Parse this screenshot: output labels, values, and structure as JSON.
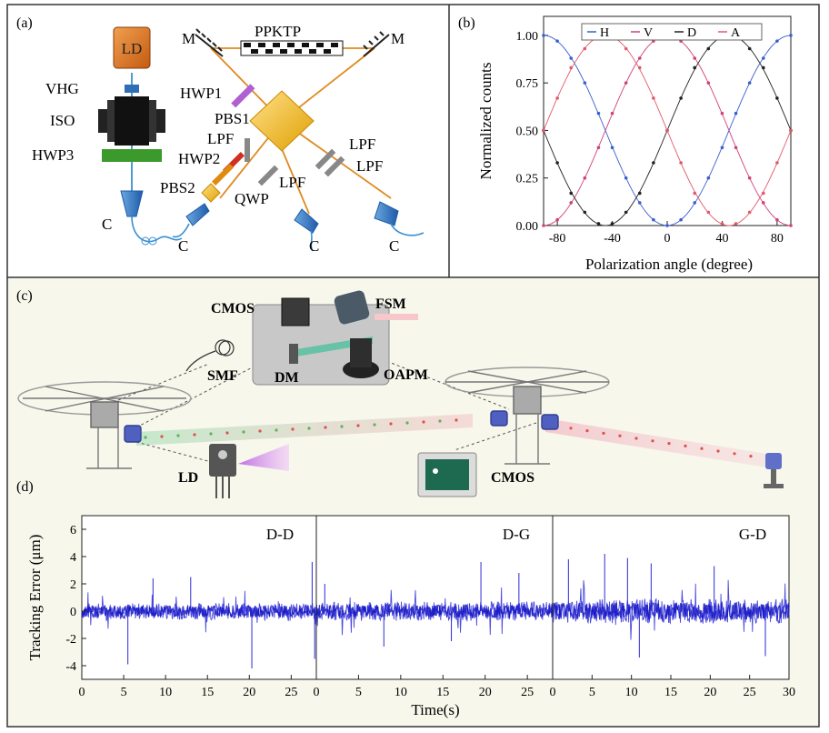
{
  "panel_a": {
    "letter": "(a)",
    "labels": {
      "ld": "LD",
      "vhg": "VHG",
      "iso": "ISO",
      "hwp3": "HWP3",
      "m_left": "M",
      "m_right": "M",
      "ppktp": "PPKTP",
      "hwp1": "HWP1",
      "pbs1": "PBS1",
      "lpf1": "LPF",
      "hwp2": "HWP2",
      "pbs2": "PBS2",
      "qwp": "QWP",
      "lpf2": "LPF",
      "lpf3": "LPF",
      "lpf4": "LPF",
      "c1": "C",
      "c2": "C",
      "c3": "C",
      "c4": "C"
    }
  },
  "panel_b": {
    "letter": "(b)",
    "legend": [
      "H",
      "V",
      "D",
      "A"
    ]
  },
  "panel_c": {
    "letter": "(c)",
    "labels": {
      "cmos_top": "CMOS",
      "fsm": "FSM",
      "smf": "SMF",
      "dm": "DM",
      "oapm": "OAPM",
      "ld": "LD",
      "cmos_bottom": "CMOS"
    }
  },
  "panel_d": {
    "letter": "(d)"
  },
  "chart_data": [
    {
      "type": "scatter",
      "panel": "(b)",
      "xlabel": "Polarization angle (degree)",
      "ylabel": "Normalized counts",
      "xlim": [
        -90,
        90
      ],
      "ylim": [
        0,
        1.1
      ],
      "xticks": [
        "-80",
        "-40",
        "0",
        "40",
        "80"
      ],
      "yticks": [
        "0.00",
        "0.25",
        "0.50",
        "0.75",
        "1.00"
      ],
      "legend_placement": "top",
      "series": [
        {
          "name": "H",
          "color": "#3a5fcd",
          "x": [
            -90,
            -80,
            -70,
            -60,
            -50,
            -40,
            -30,
            -20,
            -10,
            0,
            10,
            20,
            30,
            40,
            50,
            60,
            70,
            80,
            90
          ],
          "y": [
            1.0,
            0.97,
            0.88,
            0.75,
            0.59,
            0.41,
            0.25,
            0.12,
            0.03,
            0.0,
            0.03,
            0.12,
            0.25,
            0.41,
            0.59,
            0.75,
            0.88,
            0.97,
            1.0
          ]
        },
        {
          "name": "V",
          "color": "#d0407a",
          "x": [
            -90,
            -80,
            -70,
            -60,
            -50,
            -40,
            -30,
            -20,
            -10,
            0,
            10,
            20,
            30,
            40,
            50,
            60,
            70,
            80,
            90
          ],
          "y": [
            0.0,
            0.03,
            0.12,
            0.25,
            0.41,
            0.59,
            0.75,
            0.88,
            0.97,
            1.0,
            0.97,
            0.88,
            0.75,
            0.59,
            0.41,
            0.25,
            0.12,
            0.03,
            0.0
          ]
        },
        {
          "name": "D",
          "color": "#222222",
          "x": [
            -90,
            -80,
            -70,
            -60,
            -50,
            -40,
            -30,
            -20,
            -10,
            0,
            10,
            20,
            30,
            40,
            50,
            60,
            70,
            80,
            90
          ],
          "y": [
            0.5,
            0.33,
            0.17,
            0.07,
            0.01,
            0.01,
            0.07,
            0.17,
            0.33,
            0.5,
            0.67,
            0.83,
            0.93,
            0.99,
            0.99,
            0.93,
            0.83,
            0.67,
            0.5
          ]
        },
        {
          "name": "A",
          "color": "#e05a6a",
          "x": [
            -90,
            -80,
            -70,
            -60,
            -50,
            -40,
            -30,
            -20,
            -10,
            0,
            10,
            20,
            30,
            40,
            50,
            60,
            70,
            80,
            90
          ],
          "y": [
            0.5,
            0.67,
            0.83,
            0.93,
            0.99,
            0.99,
            0.93,
            0.83,
            0.67,
            0.5,
            0.33,
            0.17,
            0.07,
            0.01,
            0.01,
            0.07,
            0.17,
            0.33,
            0.5
          ]
        }
      ]
    },
    {
      "type": "line",
      "panel": "(d)",
      "xlabel": "Time(s)",
      "ylabel": "Tracking Error (μm)",
      "ylim": [
        -5,
        7
      ],
      "yticks": [
        "-4",
        "-2",
        "0",
        "2",
        "4",
        "6"
      ],
      "subplots": [
        {
          "name": "D-D",
          "xlim": [
            0,
            28
          ],
          "xticks": [
            "0",
            "5",
            "10",
            "15",
            "20",
            "25"
          ],
          "noise_amplitude": 0.6,
          "spikes": [
            {
              "t": 5.5,
              "v": -3.9
            },
            {
              "t": 20.3,
              "v": -4.2
            },
            {
              "t": 27.5,
              "v": 3.6
            },
            {
              "t": 27.8,
              "v": -3.5
            },
            {
              "t": 8.5,
              "v": 2.4
            },
            {
              "t": 13.0,
              "v": 2.5
            }
          ]
        },
        {
          "name": "D-G",
          "xlim": [
            0,
            28
          ],
          "xticks": [
            "0",
            "5",
            "10",
            "15",
            "20",
            "25"
          ],
          "noise_amplitude": 0.7,
          "spikes": [
            {
              "t": 1.0,
              "v": 2.0
            },
            {
              "t": 19.5,
              "v": 3.6
            },
            {
              "t": 24.0,
              "v": 2.8
            },
            {
              "t": 8.0,
              "v": -2.6
            },
            {
              "t": 16.0,
              "v": -2.2
            }
          ]
        },
        {
          "name": "G-D",
          "xlim": [
            0,
            30
          ],
          "xticks": [
            "0",
            "5",
            "10",
            "15",
            "20",
            "25",
            "30"
          ],
          "noise_amplitude": 0.9,
          "spikes": [
            {
              "t": 2.0,
              "v": 3.8
            },
            {
              "t": 6.6,
              "v": 4.2
            },
            {
              "t": 9.5,
              "v": 3.9
            },
            {
              "t": 12.5,
              "v": 3.5
            },
            {
              "t": 20.5,
              "v": 3.3
            },
            {
              "t": 27.0,
              "v": -3.3
            },
            {
              "t": 11.0,
              "v": -3.4
            }
          ]
        }
      ]
    }
  ]
}
